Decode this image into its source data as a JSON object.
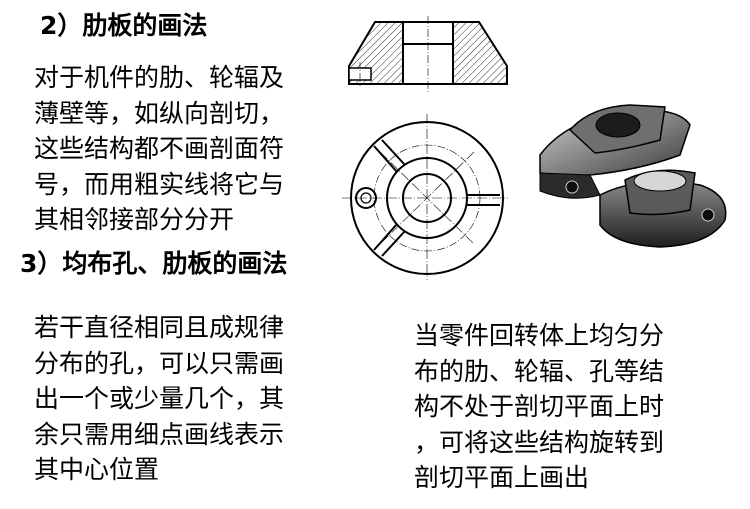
{
  "section2": {
    "heading": "2）肋板的画法",
    "lines": [
      "对于机件的肋、轮辐及",
      "薄壁等，如纵向剖切，",
      "这些结构都不画剖面符",
      "号，而用粗实线将它与",
      "其相邻接部分分开"
    ]
  },
  "section3": {
    "heading": "3）均布孔、肋板的画法",
    "lines": [
      "若干直径相同且成规律",
      "分布的孔，可以只需画",
      "出一个或少量几个，其",
      "余只需用细点画线表示",
      "其中心位置"
    ]
  },
  "note": {
    "lines": [
      "当零件回转体上均匀分",
      "布的肋、轮辐、孔等结",
      "构不处于剖切平面上时",
      "，可将这些结构旋转到",
      "剖切平面上画出"
    ]
  },
  "colors": {
    "text": "#000000",
    "line": "#000000",
    "hatch": "#000000",
    "render_dark": "#2b2b2b",
    "render_mid": "#7a7a7a",
    "render_light": "#d9d9d9"
  }
}
